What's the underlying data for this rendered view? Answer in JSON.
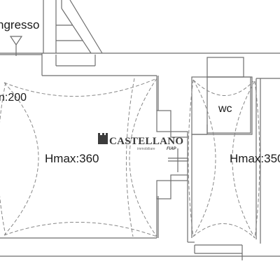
{
  "labels": {
    "entrance": "ngresso",
    "height_left_partial": "n:200",
    "wc": "wc",
    "hmax_main": "Hmax:360",
    "hmax_right": "Hmax:350"
  },
  "watermark": {
    "brand": "CASTELLANO",
    "tagline": "immobiliare",
    "partner": "FIAP"
  },
  "colors": {
    "line": "#6e6e6e",
    "dash": "#888888",
    "text": "#1a1a1a",
    "watermark": "#3c3c3c"
  }
}
